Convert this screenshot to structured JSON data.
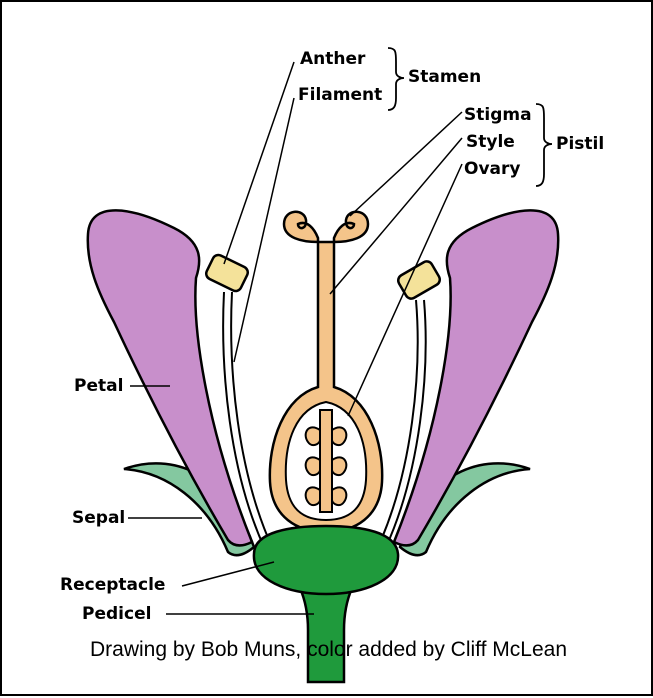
{
  "labels": {
    "anther": "Anther",
    "filament": "Filament",
    "stamen": "Stamen",
    "stigma": "Stigma",
    "style": "Style",
    "ovary": "Ovary",
    "pistil": "Pistil",
    "petal": "Petal",
    "sepal": "Sepal",
    "receptacle": "Receptacle",
    "pedicel": "Pedicel"
  },
  "caption": "Drawing by Bob Muns, color added by Cliff McLean",
  "colors": {
    "petal": "#c88fcb",
    "sepal": "#84c8a0",
    "receptacle": "#1f9a3c",
    "pistil": "#f4c48a",
    "anther": "#f4e29a",
    "outline": "#000000"
  }
}
